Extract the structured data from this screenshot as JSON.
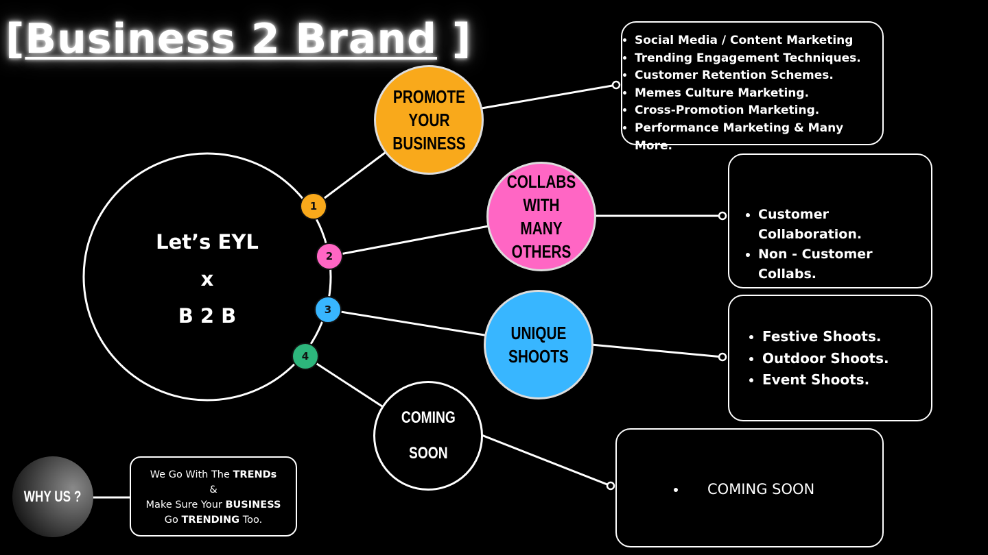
{
  "title": {
    "open": "[",
    "text": "Business 2 Brand",
    "close": "]"
  },
  "center": {
    "line1": "Let’s EYL",
    "line2": "x",
    "line3": "B 2 B"
  },
  "numbers": [
    "1",
    "2",
    "3",
    "4"
  ],
  "nodes": {
    "promote": {
      "label": "PROMOTE\nYOUR\nBUSINESS",
      "color": "#F9A91B"
    },
    "collabs": {
      "label": "COLLABS\nWITH\nMANY OTHERS",
      "color": "#FF66C4"
    },
    "shoots": {
      "label": "UNIQUE\nSHOOTS",
      "color": "#38B6FF"
    },
    "coming": {
      "label": "COMING\n\nSOON",
      "color": "#000000"
    }
  },
  "number_colors": [
    "#F9A91B",
    "#FF66C4",
    "#38B6FF",
    "#2DB67C"
  ],
  "boxes": {
    "promote": [
      "Social Media / Content Marketing",
      "Trending Engagement Techniques.",
      "Customer Retention Schemes.",
      "Memes Culture Marketing.",
      "Cross-Promotion Marketing.",
      "Performance Marketing & Many More."
    ],
    "collabs": [
      "Customer Collaboration.",
      "Non - Customer Collabs."
    ],
    "shoots": [
      "Festive Shoots.",
      "Outdoor Shoots.",
      "Event Shoots."
    ],
    "coming": [
      "COMING SOON"
    ]
  },
  "why": {
    "button": "WHY US ?",
    "l1a": "We Go With The ",
    "l1b": "TRENDs",
    "l2": "&",
    "l3a": "Make Sure Your ",
    "l3b": "BUSINESS",
    "l4a": "Go ",
    "l4b": "TRENDING",
    "l4c": " Too."
  }
}
